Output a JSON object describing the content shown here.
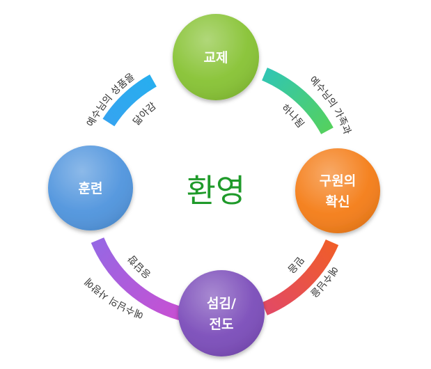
{
  "center": {
    "label": "환영"
  },
  "nodes": {
    "top": {
      "lines": [
        "교제"
      ],
      "color": "#86c232"
    },
    "right": {
      "lines": [
        "구원의",
        "확신"
      ],
      "color": "#f47c16"
    },
    "bottom": {
      "lines": [
        "섬김/",
        "전도"
      ],
      "color": "#7a4bb9"
    },
    "left": {
      "lines": [
        "훈련"
      ],
      "color": "#4f94dd"
    }
  },
  "arcs": {
    "top_left": {
      "outer": "예수님의 성품을",
      "inner": "닮아감",
      "colors": [
        "#3aa0f0",
        "#1fb4ee"
      ]
    },
    "top_right": {
      "outer": "예수님의 가족과",
      "inner": "하나됨",
      "colors": [
        "#27c3c9",
        "#5fd446"
      ]
    },
    "bottom_right": {
      "outer": "예수님을",
      "inner": "믿음",
      "colors": [
        "#f3611c",
        "#e0476d"
      ]
    },
    "bottom_left": {
      "outer": "예수님의 사랑에",
      "inner": "응답함",
      "colors": [
        "#c94fd2",
        "#8f6be6"
      ]
    }
  }
}
